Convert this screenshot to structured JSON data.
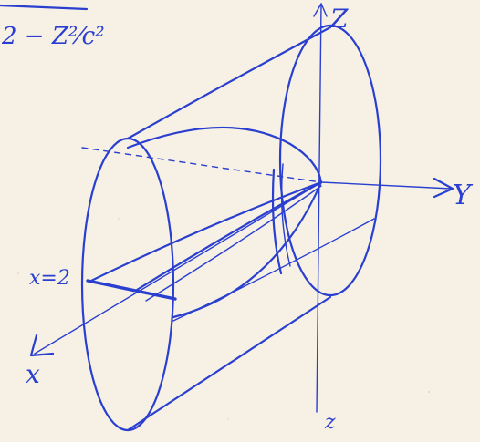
{
  "formula_fragment": "2 − Z²⁄c²",
  "labels": {
    "axis_z_top": "Z",
    "axis_y": "Y",
    "axis_x": "x",
    "axis_z_bottom": "z",
    "plane_label": "x=2"
  },
  "ink_color": "#2a3fd0",
  "paper_color": "#f6f1e4"
}
